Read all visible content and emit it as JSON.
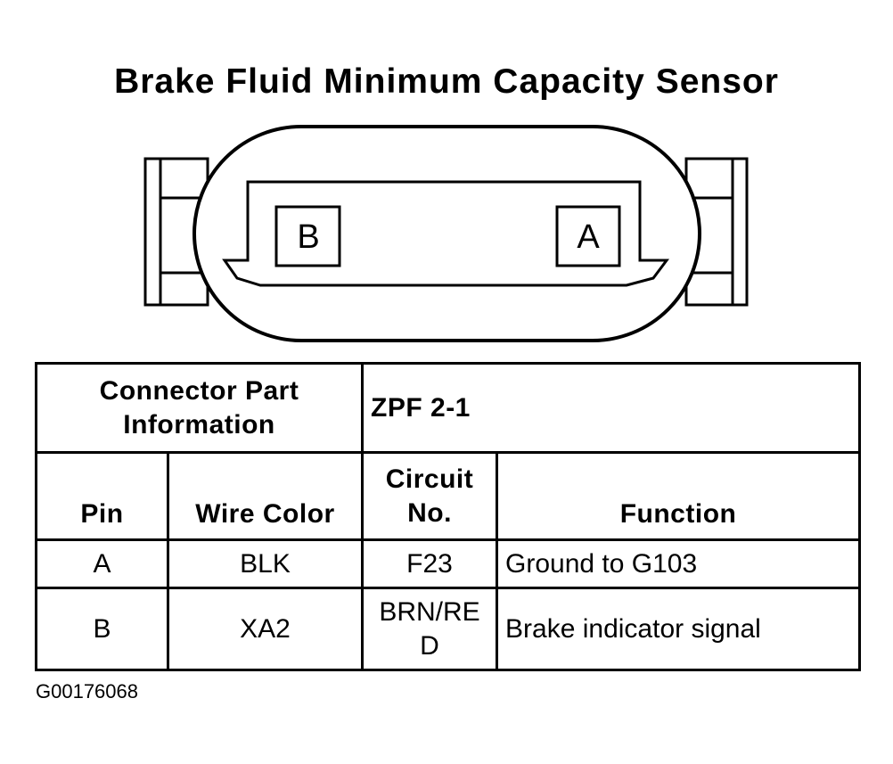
{
  "title": "Brake Fluid Minimum Capacity Sensor",
  "connector": {
    "pin_left": "B",
    "pin_right": "A"
  },
  "table": {
    "connector_label": "Connector Part Information",
    "connector_value": "ZPF 2-1",
    "headers": {
      "pin": "Pin",
      "wire_color": "Wire Color",
      "circuit": "Circuit No.",
      "function": "Function"
    },
    "rows": [
      {
        "pin": "A",
        "wire_color": "BLK",
        "circuit": "F23",
        "function": "Ground to G103"
      },
      {
        "pin": "B",
        "wire_color": "XA2",
        "circuit": "BRN/RE D",
        "function": "Brake indicator signal"
      }
    ]
  },
  "figure_id": "G00176068"
}
